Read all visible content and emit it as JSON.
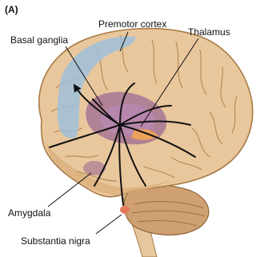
{
  "panel_label": "(A)",
  "labels": {
    "premotor_cortex": "Premotor cortex",
    "basal_ganglia": "Basal ganglia",
    "thalamus": "Thalamus",
    "amygdala": "Amygdala",
    "substantia_nigra": "Substantia nigra"
  },
  "colors": {
    "brain": "#e9c79c",
    "brain_shade": "#d9ad79",
    "gyri_lines": "#b48654",
    "premotor": "#9fbfdc",
    "basal_ganglia": "#9e6a93",
    "thalamus": "#b987b0",
    "thalamus_highlight": "#f2a553",
    "substantia_nigra": "#e4795a",
    "cerebellum": "#cfa071",
    "brainstem": "#e6c89f",
    "arrows": "#111111"
  }
}
